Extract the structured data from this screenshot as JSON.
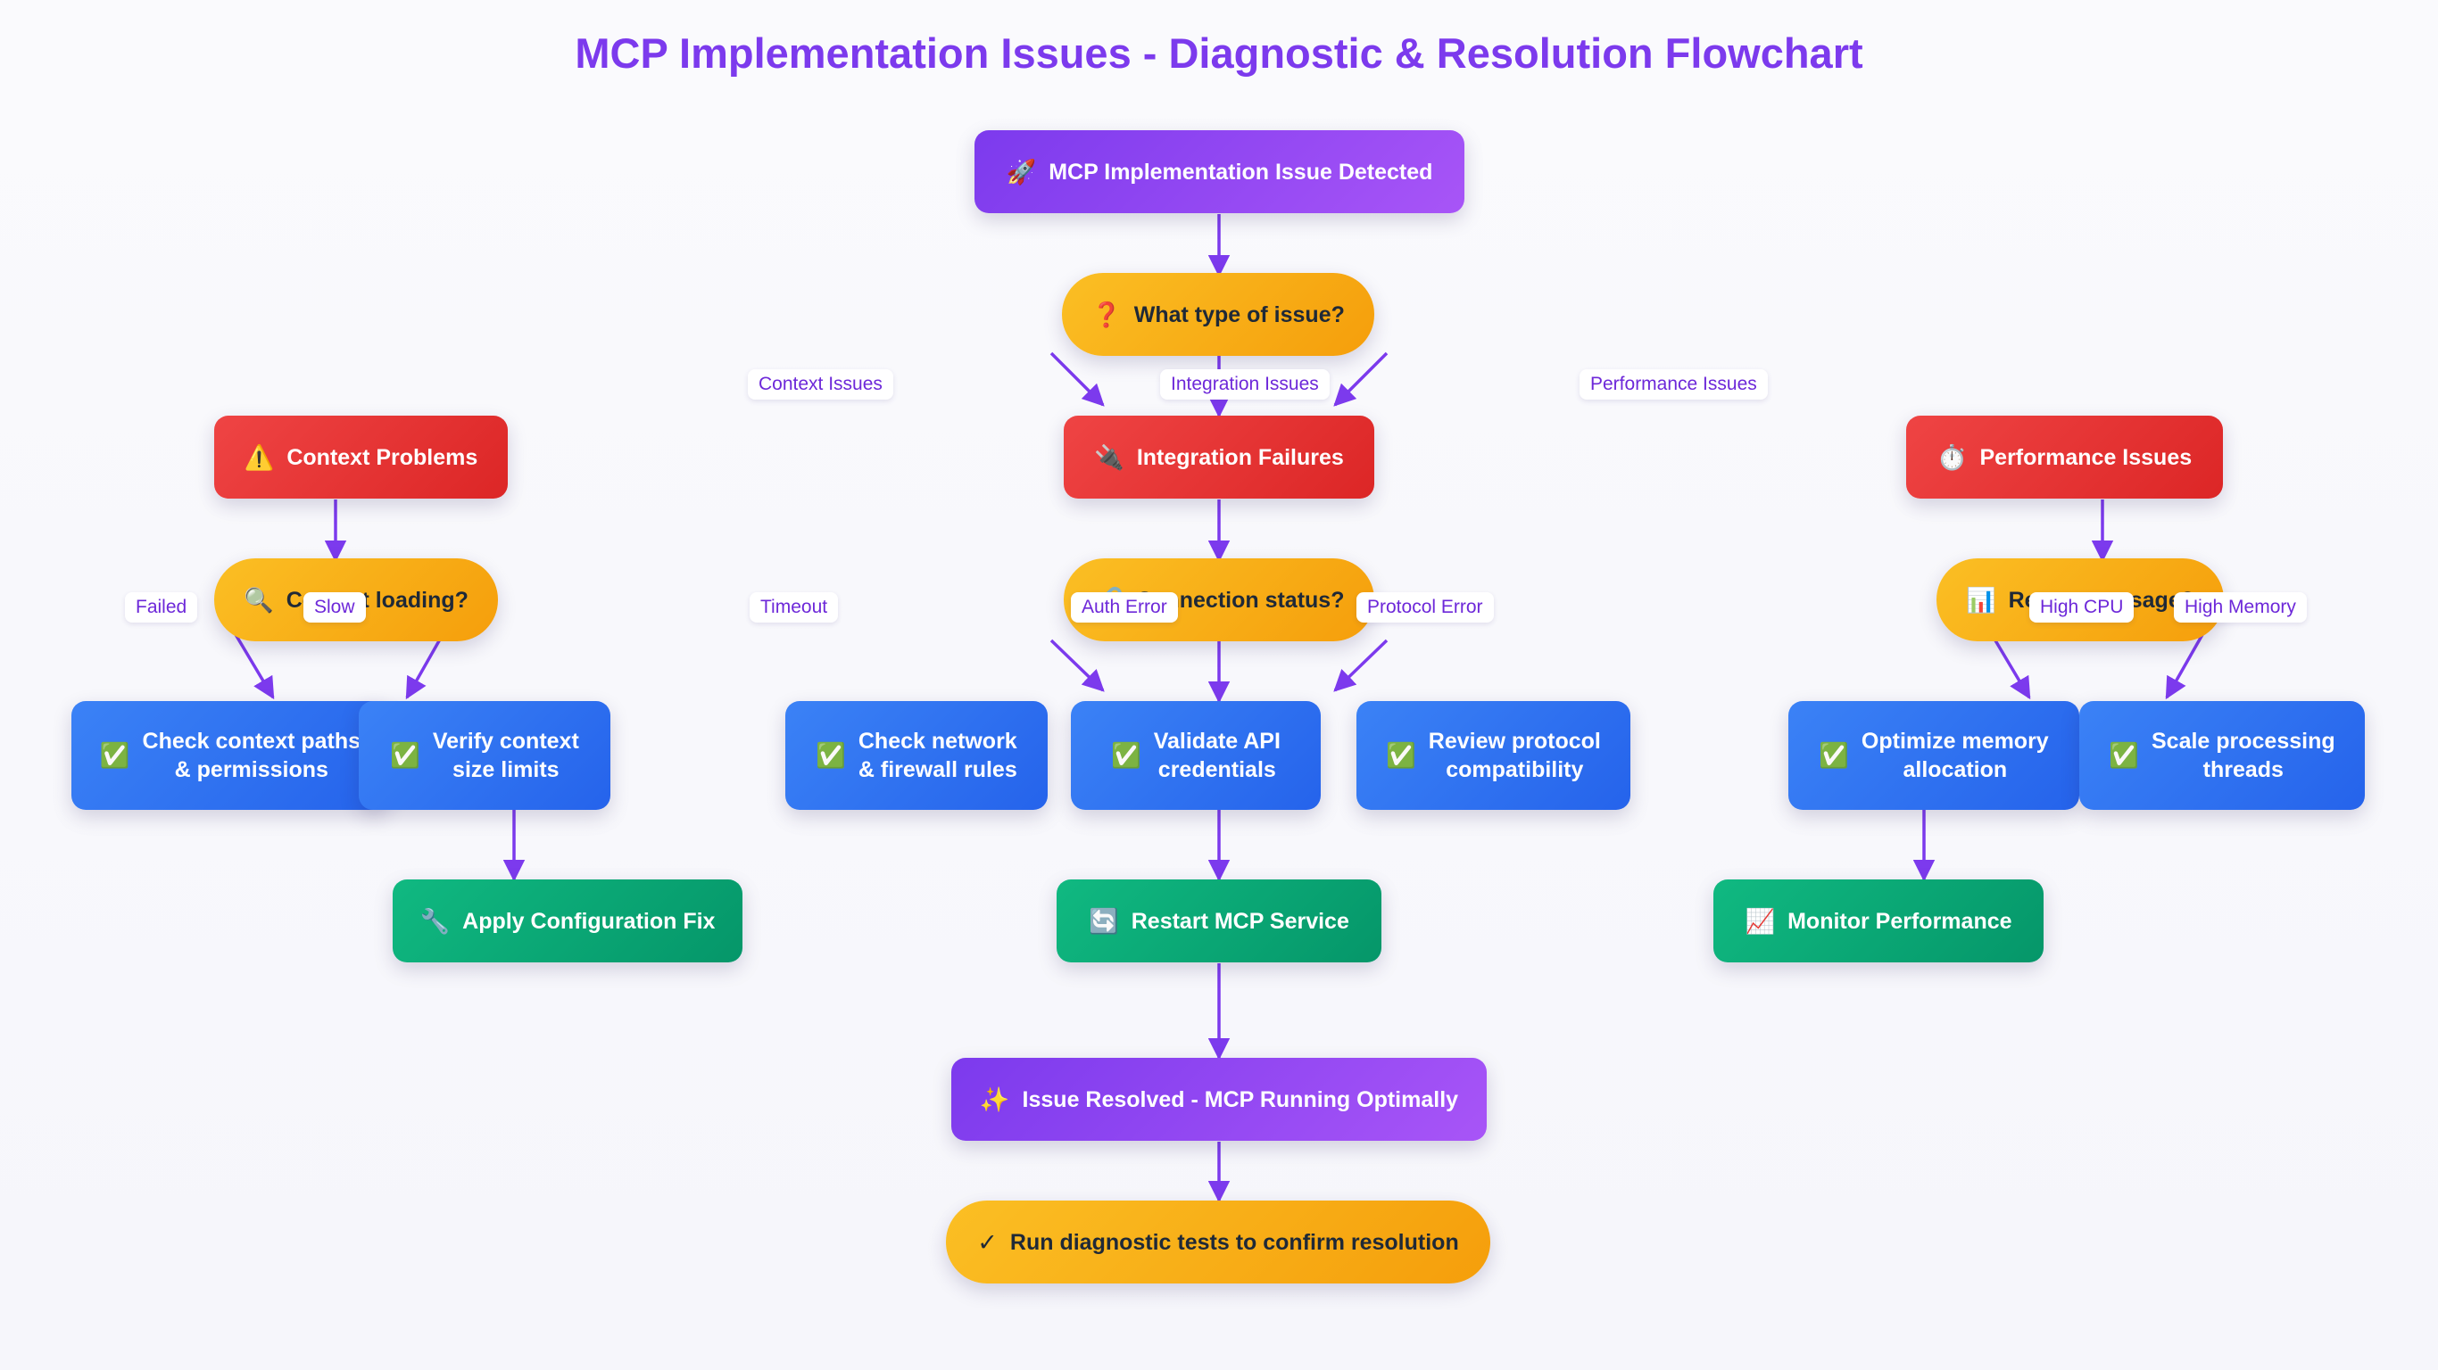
{
  "title": "MCP Implementation Issues - Diagnostic & Resolution Flowchart",
  "colors": {
    "title": "#7c3aed",
    "purple_start": "#7c3aed",
    "purple_end": "#a855f7",
    "amber_start": "#fbbf24",
    "amber_end": "#f59e0b",
    "red_start": "#ef4444",
    "red_end": "#dc2626",
    "blue_start": "#3b82f6",
    "blue_end": "#2563eb",
    "green_start": "#10b981",
    "green_end": "#059669",
    "arrow": "#7c3aed",
    "label_text": "#6d28d9",
    "dark_text": "#1f2937"
  },
  "nodes": {
    "start": {
      "icon": "🚀",
      "icon_name": "rocket-icon",
      "label": "MCP Implementation Issue Detected"
    },
    "issue_type": {
      "icon": "❓",
      "icon_name": "question-icon",
      "label": "What type of issue?"
    },
    "context": {
      "icon": "⚠️",
      "icon_name": "warning-icon",
      "label": "Context Problems"
    },
    "integration": {
      "icon": "🔌",
      "icon_name": "plug-icon",
      "label": "Integration Failures"
    },
    "performance": {
      "icon": "⏱️",
      "icon_name": "stopwatch-icon",
      "label": "Performance Issues"
    },
    "context_loading": {
      "icon": "🔍",
      "icon_name": "magnifier-icon",
      "label": "Context loading?"
    },
    "connection_status": {
      "icon": "🔗",
      "icon_name": "link-icon",
      "label": "Connection status?"
    },
    "resource_usage": {
      "icon": "📊",
      "icon_name": "bar-chart-icon",
      "label": "Resource usage?"
    },
    "check_paths": {
      "icon": "✅",
      "icon_name": "check-mark-icon",
      "label": "Check context paths\n& permissions"
    },
    "verify_size": {
      "icon": "✅",
      "icon_name": "check-mark-icon",
      "label": "Verify context\nsize limits"
    },
    "check_network": {
      "icon": "✅",
      "icon_name": "check-mark-icon",
      "label": "Check network\n& firewall rules"
    },
    "validate_api": {
      "icon": "✅",
      "icon_name": "check-mark-icon",
      "label": "Validate API\ncredentials"
    },
    "review_protocol": {
      "icon": "✅",
      "icon_name": "check-mark-icon",
      "label": "Review protocol\ncompatibility"
    },
    "optimize_memory": {
      "icon": "✅",
      "icon_name": "check-mark-icon",
      "label": "Optimize memory\nallocation"
    },
    "scale_threads": {
      "icon": "✅",
      "icon_name": "check-mark-icon",
      "label": "Scale processing\nthreads"
    },
    "apply_fix": {
      "icon": "🔧",
      "icon_name": "wrench-icon",
      "label": "Apply Configuration Fix"
    },
    "restart": {
      "icon": "🔄",
      "icon_name": "refresh-icon",
      "label": "Restart MCP Service"
    },
    "monitor": {
      "icon": "📈",
      "icon_name": "trend-chart-icon",
      "label": "Monitor Performance"
    },
    "resolved": {
      "icon": "✨",
      "icon_name": "sparkles-icon",
      "label": "Issue Resolved - MCP Running Optimally"
    },
    "run_tests": {
      "icon": "✓",
      "icon_name": "checkmark-icon",
      "label": "Run diagnostic tests to confirm resolution"
    }
  },
  "edge_labels": {
    "context_issues": "Context Issues",
    "integration_issues": "Integration Issues",
    "performance_issues": "Performance Issues",
    "failed": "Failed",
    "slow": "Slow",
    "timeout": "Timeout",
    "auth_error": "Auth Error",
    "protocol_error": "Protocol Error",
    "high_cpu": "High CPU",
    "high_memory": "High Memory"
  }
}
